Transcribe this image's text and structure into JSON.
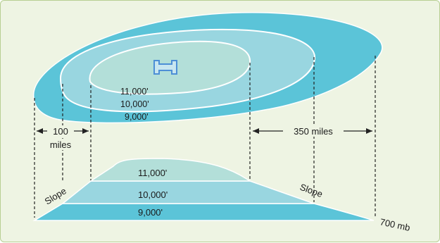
{
  "high_pressure_symbol": "H",
  "contour_labels": [
    "11,000'",
    "10,000'",
    "9,000'"
  ],
  "distances": {
    "narrow_side": {
      "value": "100",
      "unit": "miles"
    },
    "wide_side": "350 miles"
  },
  "profile": {
    "layers": [
      "11,000'",
      "10,000'",
      "9,000'"
    ],
    "left_slope": "Slope",
    "right_slope": "Slope",
    "pressure_level": "700 mb"
  },
  "colors": {
    "background": "#eef4e3",
    "border": "#b7cf93",
    "outer_band": "#5bc4d8",
    "middle_band": "#99d6e0",
    "inner_band": "#b3dfd9",
    "h_symbol": "#4d8fd6"
  }
}
